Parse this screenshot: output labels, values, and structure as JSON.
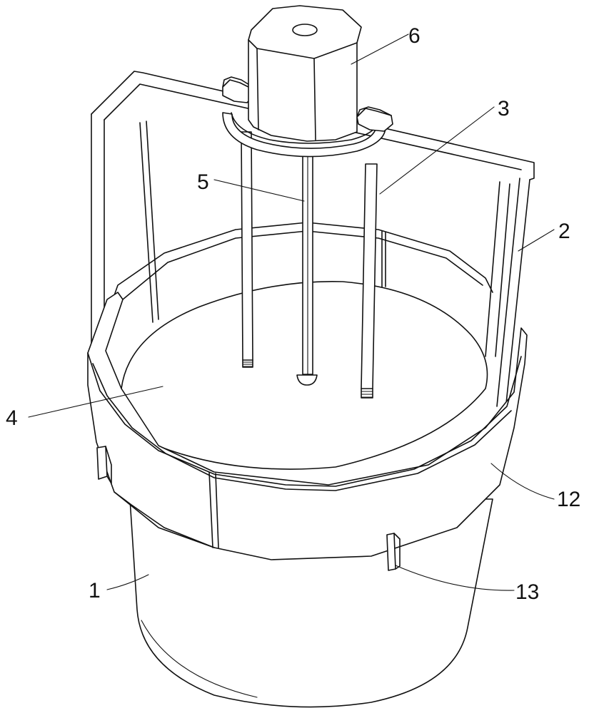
{
  "labels": {
    "part_1": "1",
    "part_2": "2",
    "part_3": "3",
    "part_4": "4",
    "part_5": "5",
    "part_6": "6",
    "part_12": "12",
    "part_13": "13"
  },
  "line_color": "#111111",
  "background_color": "#ffffff"
}
